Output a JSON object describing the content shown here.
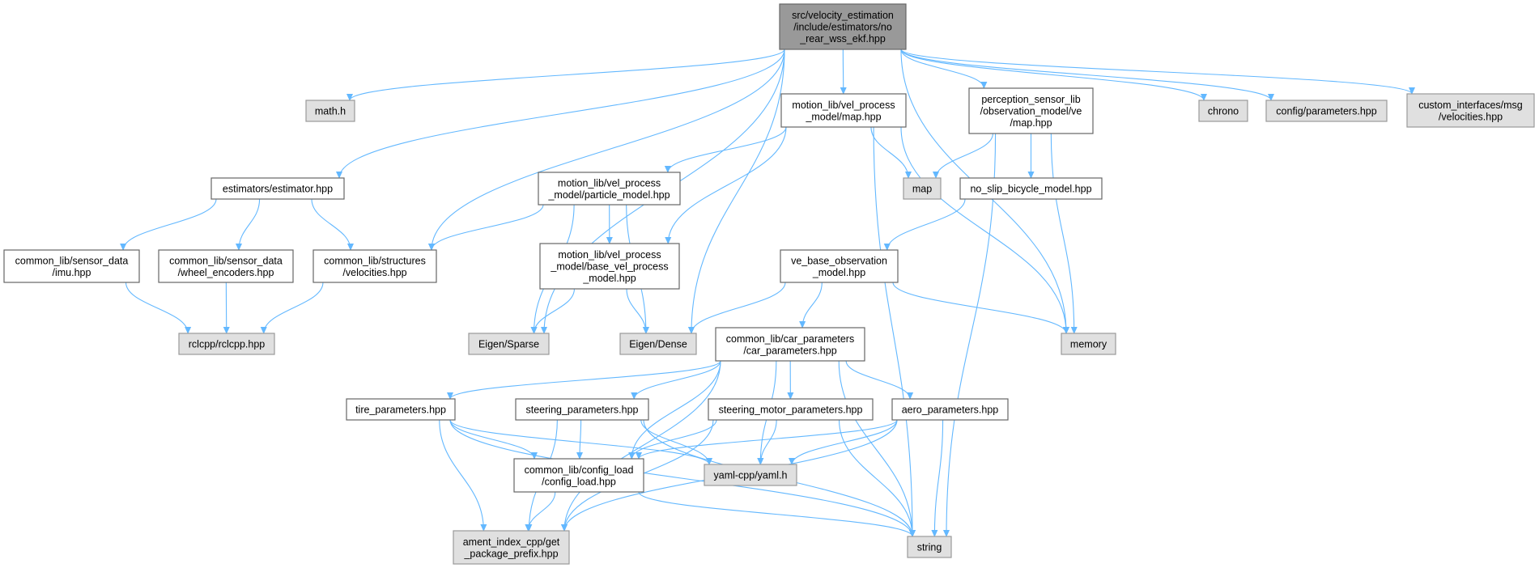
{
  "graph": {
    "edge_color": "#63b8ff",
    "nodes": [
      {
        "id": "root",
        "kind": "root",
        "lines": [
          "src/velocity_estimation",
          "/include/estimators/no",
          "_rear_wss_ekf.hpp"
        ]
      },
      {
        "id": "math",
        "kind": "external",
        "lines": [
          "math.h"
        ]
      },
      {
        "id": "estimator",
        "kind": "internal",
        "lines": [
          "estimators/estimator.hpp"
        ]
      },
      {
        "id": "imu",
        "kind": "internal",
        "lines": [
          "common_lib/sensor_data",
          "/imu.hpp"
        ]
      },
      {
        "id": "wheel",
        "kind": "internal",
        "lines": [
          "common_lib/sensor_data",
          "/wheel_encoders.hpp"
        ]
      },
      {
        "id": "velocities",
        "kind": "internal",
        "lines": [
          "common_lib/structures",
          "/velocities.hpp"
        ]
      },
      {
        "id": "rclcpp",
        "kind": "external",
        "lines": [
          "rclcpp/rclcpp.hpp"
        ]
      },
      {
        "id": "mapMotion",
        "kind": "internal",
        "lines": [
          "motion_lib/vel_process",
          "_model/map.hpp"
        ]
      },
      {
        "id": "particle",
        "kind": "internal",
        "lines": [
          "motion_lib/vel_process",
          "_model/particle_model.hpp"
        ]
      },
      {
        "id": "baseVel",
        "kind": "internal",
        "lines": [
          "motion_lib/vel_process",
          "_model/base_vel_process",
          "_model.hpp"
        ]
      },
      {
        "id": "percep",
        "kind": "internal",
        "lines": [
          "perception_sensor_lib",
          "/observation_model/ve",
          "/map.hpp"
        ]
      },
      {
        "id": "map",
        "kind": "external",
        "lines": [
          "map"
        ]
      },
      {
        "id": "noslip",
        "kind": "internal",
        "lines": [
          "no_slip_bicycle_model.hpp"
        ]
      },
      {
        "id": "vebase",
        "kind": "internal",
        "lines": [
          "ve_base_observation",
          "_model.hpp"
        ]
      },
      {
        "id": "sparse",
        "kind": "external",
        "lines": [
          "Eigen/Sparse"
        ]
      },
      {
        "id": "dense",
        "kind": "external",
        "lines": [
          "Eigen/Dense"
        ]
      },
      {
        "id": "memory",
        "kind": "external",
        "lines": [
          "memory"
        ]
      },
      {
        "id": "chrono",
        "kind": "external",
        "lines": [
          "chrono"
        ]
      },
      {
        "id": "configParams",
        "kind": "external",
        "lines": [
          "config/parameters.hpp"
        ]
      },
      {
        "id": "custom",
        "kind": "external",
        "lines": [
          "custom_interfaces/msg",
          "/velocities.hpp"
        ]
      },
      {
        "id": "car",
        "kind": "internal",
        "lines": [
          "common_lib/car_parameters",
          "/car_parameters.hpp"
        ]
      },
      {
        "id": "tire",
        "kind": "internal",
        "lines": [
          "tire_parameters.hpp"
        ]
      },
      {
        "id": "steering",
        "kind": "internal",
        "lines": [
          "steering_parameters.hpp"
        ]
      },
      {
        "id": "steeringMotor",
        "kind": "internal",
        "lines": [
          "steering_motor_parameters.hpp"
        ]
      },
      {
        "id": "aero",
        "kind": "internal",
        "lines": [
          "aero_parameters.hpp"
        ]
      },
      {
        "id": "configLoad",
        "kind": "internal",
        "lines": [
          "common_lib/config_load",
          "/config_load.hpp"
        ]
      },
      {
        "id": "yaml",
        "kind": "external",
        "lines": [
          "yaml-cpp/yaml.h"
        ]
      },
      {
        "id": "ament",
        "kind": "external",
        "lines": [
          "ament_index_cpp/get",
          "_package_prefix.hpp"
        ]
      },
      {
        "id": "string",
        "kind": "external",
        "lines": [
          "string"
        ]
      }
    ],
    "edges": [
      [
        "root",
        "math"
      ],
      [
        "root",
        "estimator"
      ],
      [
        "root",
        "velocities"
      ],
      [
        "root",
        "sparse"
      ],
      [
        "root",
        "dense"
      ],
      [
        "root",
        "mapMotion"
      ],
      [
        "root",
        "percep"
      ],
      [
        "root",
        "memory"
      ],
      [
        "root",
        "chrono"
      ],
      [
        "root",
        "configParams"
      ],
      [
        "root",
        "custom"
      ],
      [
        "estimator",
        "imu"
      ],
      [
        "estimator",
        "wheel"
      ],
      [
        "estimator",
        "velocities"
      ],
      [
        "imu",
        "rclcpp"
      ],
      [
        "wheel",
        "rclcpp"
      ],
      [
        "velocities",
        "rclcpp"
      ],
      [
        "mapMotion",
        "particle"
      ],
      [
        "mapMotion",
        "baseVel"
      ],
      [
        "mapMotion",
        "map"
      ],
      [
        "mapMotion",
        "memory"
      ],
      [
        "mapMotion",
        "string"
      ],
      [
        "particle",
        "velocities"
      ],
      [
        "particle",
        "baseVel"
      ],
      [
        "particle",
        "sparse"
      ],
      [
        "particle",
        "dense"
      ],
      [
        "baseVel",
        "sparse"
      ],
      [
        "baseVel",
        "dense"
      ],
      [
        "percep",
        "map"
      ],
      [
        "percep",
        "noslip"
      ],
      [
        "percep",
        "memory"
      ],
      [
        "percep",
        "string"
      ],
      [
        "noslip",
        "vebase"
      ],
      [
        "vebase",
        "dense"
      ],
      [
        "vebase",
        "car"
      ],
      [
        "vebase",
        "memory"
      ],
      [
        "car",
        "tire"
      ],
      [
        "car",
        "steering"
      ],
      [
        "car",
        "steeringMotor"
      ],
      [
        "car",
        "aero"
      ],
      [
        "car",
        "configLoad"
      ],
      [
        "car",
        "yaml"
      ],
      [
        "car",
        "ament"
      ],
      [
        "car",
        "string"
      ],
      [
        "tire",
        "configLoad"
      ],
      [
        "tire",
        "yaml"
      ],
      [
        "tire",
        "ament"
      ],
      [
        "tire",
        "string"
      ],
      [
        "steering",
        "configLoad"
      ],
      [
        "steering",
        "yaml"
      ],
      [
        "steering",
        "ament"
      ],
      [
        "steering",
        "string"
      ],
      [
        "steeringMotor",
        "configLoad"
      ],
      [
        "steeringMotor",
        "yaml"
      ],
      [
        "steeringMotor",
        "ament"
      ],
      [
        "steeringMotor",
        "string"
      ],
      [
        "aero",
        "configLoad"
      ],
      [
        "aero",
        "yaml"
      ],
      [
        "aero",
        "ament"
      ],
      [
        "aero",
        "string"
      ],
      [
        "configLoad",
        "ament"
      ],
      [
        "configLoad",
        "string"
      ]
    ]
  }
}
